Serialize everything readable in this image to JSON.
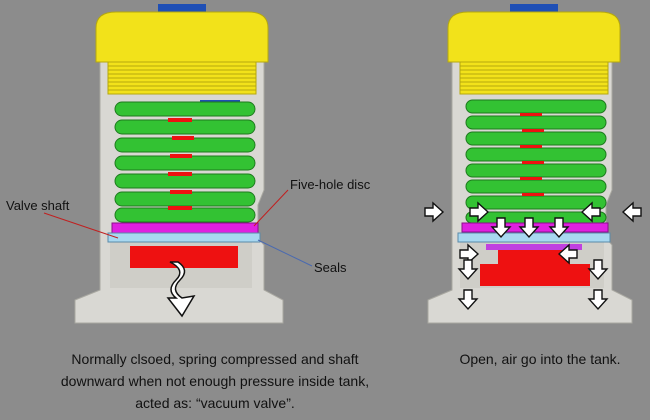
{
  "labels": {
    "five_hole_disc": "Five-hole disc",
    "valve_shaft": "Valve shaft",
    "seals": "Seals"
  },
  "captions": {
    "left_line1": "Normally clsoed, spring compressed and shaft",
    "left_line2": "downward when not enough pressure inside tank,",
    "left_line3": "acted as: “vacuum valve”.",
    "right": "Open, air go into the tank."
  },
  "colors": {
    "background": "#8c8c8c",
    "body": "#d9d8d3",
    "cap": "#f2e21a",
    "spring": "#33c233",
    "disc": "#e020e0",
    "seal": "#a8d8f0",
    "valve": "#ee1111",
    "knob": "#1f4fb5"
  },
  "icons": [
    "flow-arrow-icon",
    "wavy-arrow-icon"
  ]
}
